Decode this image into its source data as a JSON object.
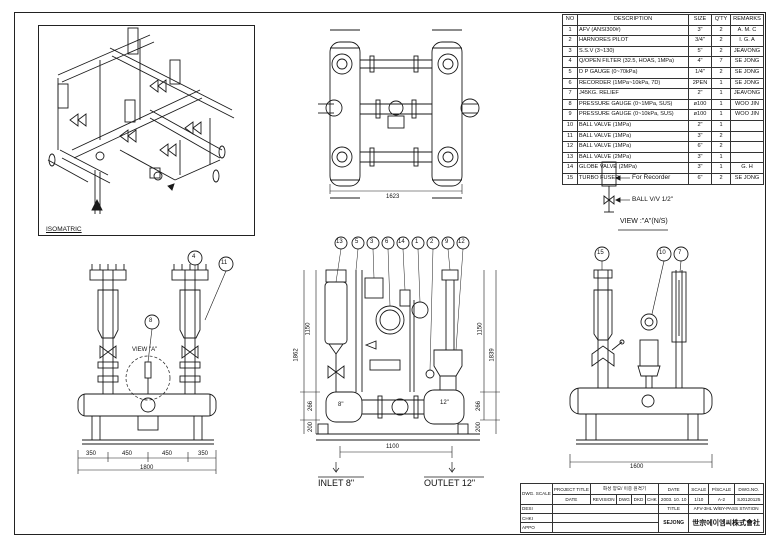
{
  "bom": {
    "headers": [
      "NO",
      "DESCRIPTION",
      "SIZE",
      "Q'TY",
      "REMARKS"
    ],
    "rows": [
      [
        "1",
        "AFV (ANSI300#)",
        "3\"",
        "2",
        "A. M. C"
      ],
      [
        "2",
        "HARNORES PILOT",
        "3/4\"",
        "2",
        "I. G. A"
      ],
      [
        "3",
        "S.S.V (3~130)",
        "5\"",
        "2",
        "JEAVONG"
      ],
      [
        "4",
        "Q/OPEN FILTER (32.5, HOAS, 1MPa)",
        "4\"",
        "7",
        "SE JONG"
      ],
      [
        "5",
        "D P GAUGE (0~70kPa)",
        "1/4\"",
        "2",
        "SE JONG"
      ],
      [
        "6",
        "RECORDER (1MPa~10kPa, 7D)",
        "2PEN",
        "1",
        "SE JONG"
      ],
      [
        "7",
        "J45KG. RELIEF",
        "2\"",
        "1",
        "JEAVONG"
      ],
      [
        "8",
        "PRESSURE GAUGE (0~1MPa, SUS)",
        "ø100",
        "1",
        "WOO JIN"
      ],
      [
        "9",
        "PRESSURE GAUGE (0~10kPa, SUS)",
        "ø100",
        "1",
        "WOO JIN"
      ],
      [
        "10",
        "BALL VALVE (1MPa)",
        "2\"",
        "1",
        ""
      ],
      [
        "11",
        "BALL VALVE (1MPa)",
        "3\"",
        "2",
        ""
      ],
      [
        "12",
        "BALL VALVE (1MPa)",
        "6\"",
        "2",
        ""
      ],
      [
        "13",
        "BALL VALVE (2MPa)",
        "3\"",
        "1",
        ""
      ],
      [
        "14",
        "GLOBE VALVE (2MPa)",
        "3\"",
        "1",
        "G.    H"
      ],
      [
        "15",
        "TURBO FUSER",
        "6\"",
        "2",
        "SE JONG"
      ]
    ]
  },
  "views": {
    "isometric": "ISOMATRIC",
    "view_a_title": "VIEW :\"A\"(N/S)",
    "for_recorder": "For Recorder",
    "ball_valve_half": "BALL V/V 1/2\"",
    "view_a_marker": "VIEW \"A\""
  },
  "dimensions": {
    "top_width": "1623",
    "left_total": "1800",
    "left_segments": [
      "350",
      "450",
      "450",
      "350"
    ],
    "center_width": "1100",
    "right_width": "1600",
    "h1862": "1862",
    "h1150_left": "1150",
    "h266_left": "266",
    "h200_left": "200",
    "h1150_right": "1150",
    "h1839": "1839",
    "h266_right": "266",
    "h200_right": "200",
    "pipe_8": "8\"",
    "pipe_12": "12\""
  },
  "callouts": {
    "front_left": [
      "4",
      "11",
      "8"
    ],
    "center": [
      "13",
      "5",
      "3",
      "6",
      "14",
      "1",
      "2",
      "9",
      "12"
    ],
    "right": [
      "15",
      "10",
      "7"
    ]
  },
  "flow": {
    "inlet": "INLET 8\"",
    "outlet": "OUTLET 12\""
  },
  "title_block": {
    "project_label": "PROJECT TITLE",
    "project_value": "화성 양묘/ 이중 원격기",
    "dwg_scale_label": "DWG. SCALE",
    "date_label": "DATE",
    "scale_label": "SCALE",
    "pscale_label": "P/SCALE",
    "dwg_no_label": "DWG.NO.",
    "date_value": "2003. 10. 10",
    "scale_value": "1/10",
    "pscale_value": "A-2",
    "dwg_no_value": "SJ0120125",
    "revision_label": "REVISION",
    "dwg_label": "DWG",
    "dkd_label": "DKD",
    "chk_label": "CHK",
    "desi_label": "DESI",
    "chk2_label": "CHKI",
    "appo_label": "APPO",
    "title_label": "TITLE",
    "title_value": "AFV-3HL W/BY-PASS STATION",
    "company": "世宗에이엠씨株式會社",
    "logo_text": "SEJONG"
  }
}
